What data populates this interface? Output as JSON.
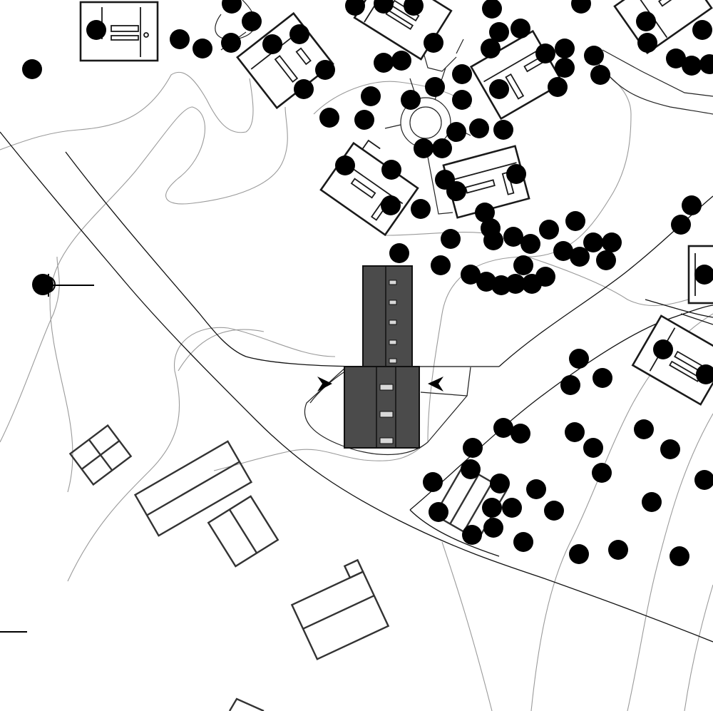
{
  "map": {
    "title": "",
    "colors": {
      "background": "#ffffff",
      "line": "#111111",
      "contour": "#9a9a9a",
      "tree": "#000000",
      "tower_fill": "#4b4b4b"
    },
    "features": {
      "tower": "central-tower-building",
      "entrance_markers": 2,
      "tree_canopy": "black-filled-circles",
      "residential_units": 9
    }
  }
}
